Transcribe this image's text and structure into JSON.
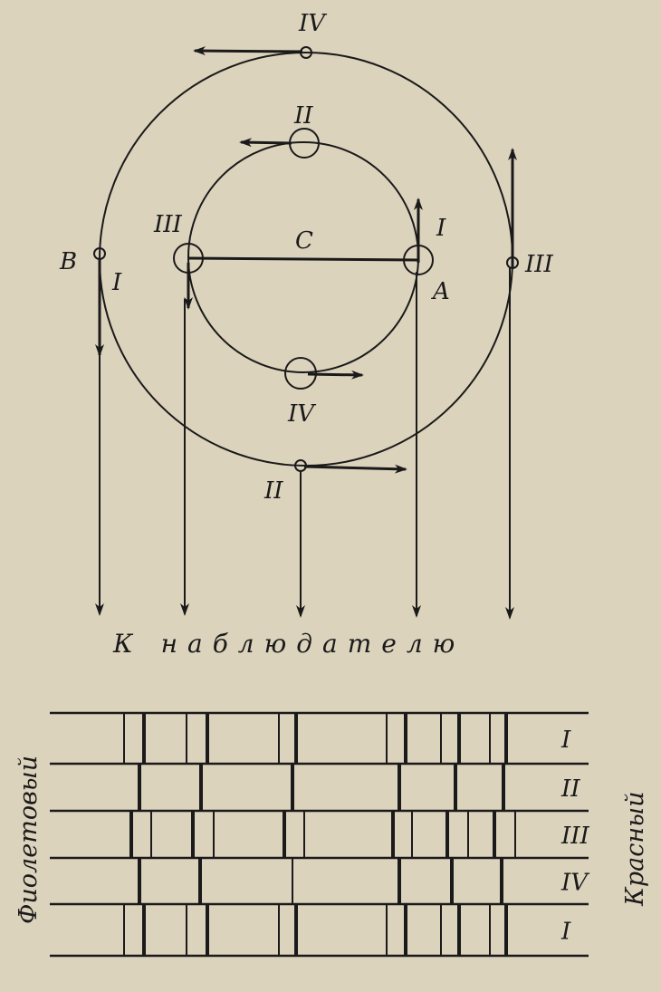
{
  "orbit_labels": {
    "outer_top": "IV",
    "inner_top": "II",
    "inner_left": "III",
    "center": "C",
    "inner_right_phase": "I",
    "inner_right_point": "A",
    "outer_left_point": "B",
    "outer_left_phase": "I",
    "outer_right": "III",
    "inner_bottom": "IV",
    "outer_bottom": "II"
  },
  "observer_label": "К наблюдателю",
  "spectrum": {
    "left_label": "Фиолетовый",
    "right_label": "Красный",
    "rows": [
      {
        "label": "I"
      },
      {
        "label": "II"
      },
      {
        "label": "III"
      },
      {
        "label": "IV"
      },
      {
        "label": "I"
      }
    ]
  }
}
